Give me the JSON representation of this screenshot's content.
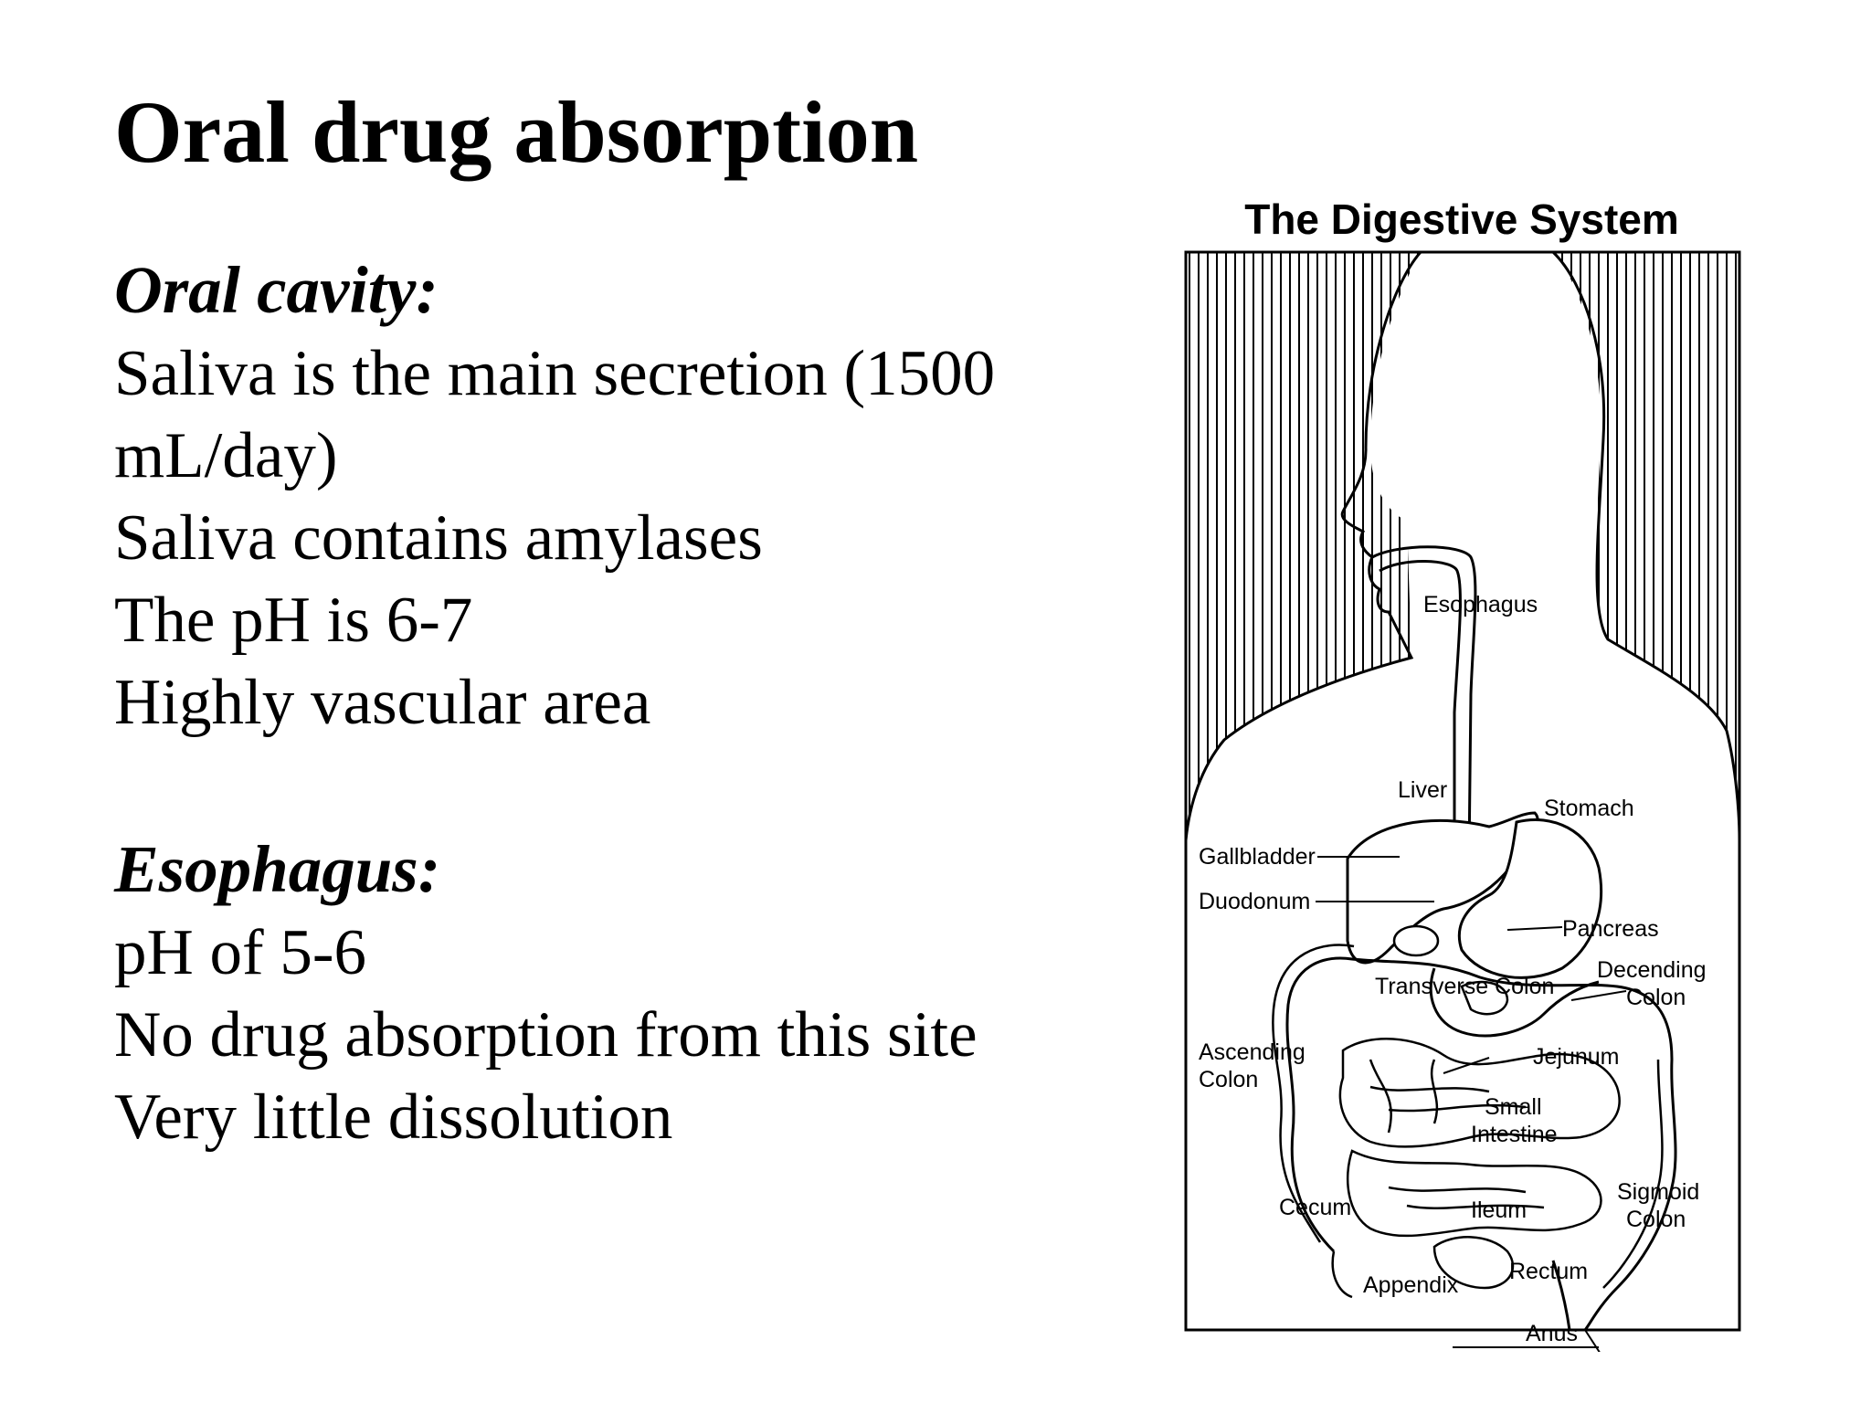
{
  "slide": {
    "title": "Oral drug absorption"
  },
  "oral_cavity": {
    "heading": "Oral cavity:",
    "lines": [
      "Saliva is the main secretion (1500",
      "mL/day)",
      "Saliva contains amylases",
      "The pH is 6-7",
      "Highly vascular area"
    ]
  },
  "esophagus": {
    "heading": "Esophagus:",
    "lines": [
      "pH of 5-6",
      "No drug absorption from this site",
      "Very little dissolution"
    ]
  },
  "diagram": {
    "title": "The Digestive System",
    "labels": {
      "esophagus": "Esophagus",
      "liver": "Liver",
      "stomach": "Stomach",
      "gallbladder": "Gallbladder",
      "duodonum": "Duodonum",
      "pancreas": "Pancreas",
      "transverse_colon": "Transverse Colon",
      "decending_colon_1": "Decending",
      "decending_colon_2": "Colon",
      "ascending_colon_1": "Ascending",
      "ascending_colon_2": "Colon",
      "jejunum": "Jejunum",
      "small_intestine_1": "Small",
      "small_intestine_2": "Intestine",
      "cecum": "Cecum",
      "ileum": "Ileum",
      "sigmoid_colon_1": "Sigmoid",
      "sigmoid_colon_2": "Colon",
      "appendix": "Appendix",
      "rectum": "Rectum",
      "anus": "Anus"
    }
  }
}
